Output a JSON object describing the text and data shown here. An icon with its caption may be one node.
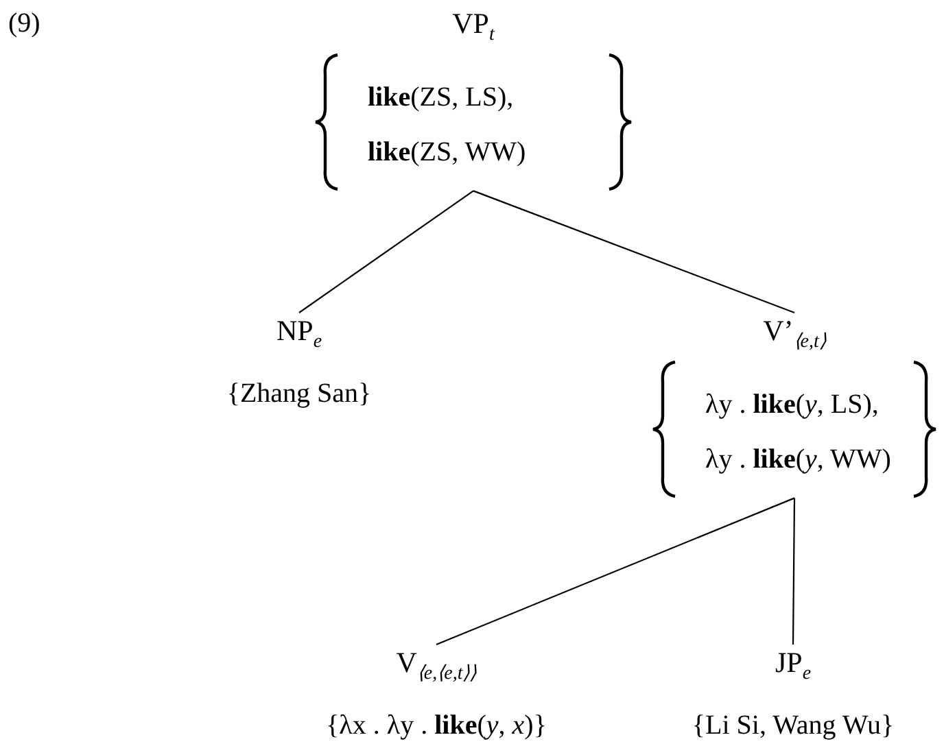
{
  "diagram": {
    "nodes": [
      {
        "text": [
          "VP$_{t}$",
          "**like**(ZS, LS),",
          "**like**(ZS, WW)"
        ]
      },
      {
        "text": [
          "NP$_{e}$",
          "{Zhang San}"
        ]
      },
      {
        "text": [
          "V’$_{⟨e,t⟩}$",
          "λy . **like**(*y*, LS),",
          "λy . **like**(*y*, WW)"
        ]
      },
      {
        "text": [
          "V$_{⟨e,⟨e,t⟩⟩}$",
          "{λx . λy . **like**(*y*, *x*)}"
        ]
      },
      {
        "text": [
          "JP$_{e}$",
          "{Li Si, Wang Wu}"
        ]
      }
    ],
    "edges": [
      {
        "from": 0,
        "to": 1,
        "arrow": "none"
      },
      {
        "from": 0,
        "to": 2,
        "arrow": "none"
      },
      {
        "from": 2,
        "to": 3,
        "arrow": "none"
      },
      {
        "from": 2,
        "to": 4,
        "arrow": "none"
      }
    ],
    "labels": [
      "(9)"
    ]
  }
}
